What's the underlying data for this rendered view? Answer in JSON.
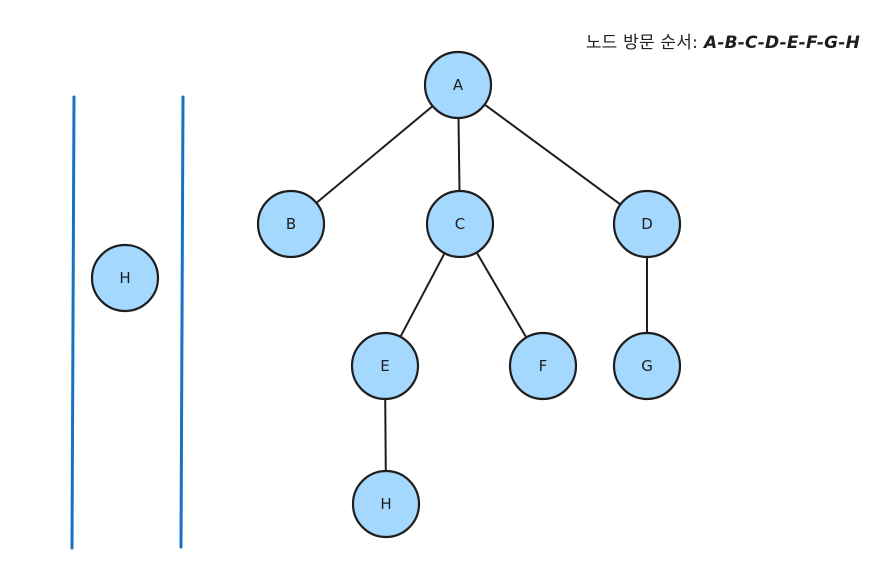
{
  "caption": {
    "prefix": "노드 방문 순서:",
    "order": "A-B-C-D-E-F-G-H"
  },
  "colors": {
    "node_fill": "#a5d8ff",
    "node_stroke": "#1e1e1e",
    "edge": "#1e1e1e",
    "stack_line": "#1971c2"
  },
  "nodes": [
    {
      "id": "A",
      "label": "A"
    },
    {
      "id": "B",
      "label": "B"
    },
    {
      "id": "C",
      "label": "C"
    },
    {
      "id": "D",
      "label": "D"
    },
    {
      "id": "E",
      "label": "E"
    },
    {
      "id": "F",
      "label": "F"
    },
    {
      "id": "G",
      "label": "G"
    },
    {
      "id": "H",
      "label": "H"
    },
    {
      "id": "H2",
      "label": "H"
    }
  ],
  "edges": [
    {
      "from": "A",
      "to": "B"
    },
    {
      "from": "A",
      "to": "C"
    },
    {
      "from": "A",
      "to": "D"
    },
    {
      "from": "C",
      "to": "E"
    },
    {
      "from": "C",
      "to": "F"
    },
    {
      "from": "D",
      "to": "G"
    },
    {
      "from": "E",
      "to": "H"
    }
  ]
}
